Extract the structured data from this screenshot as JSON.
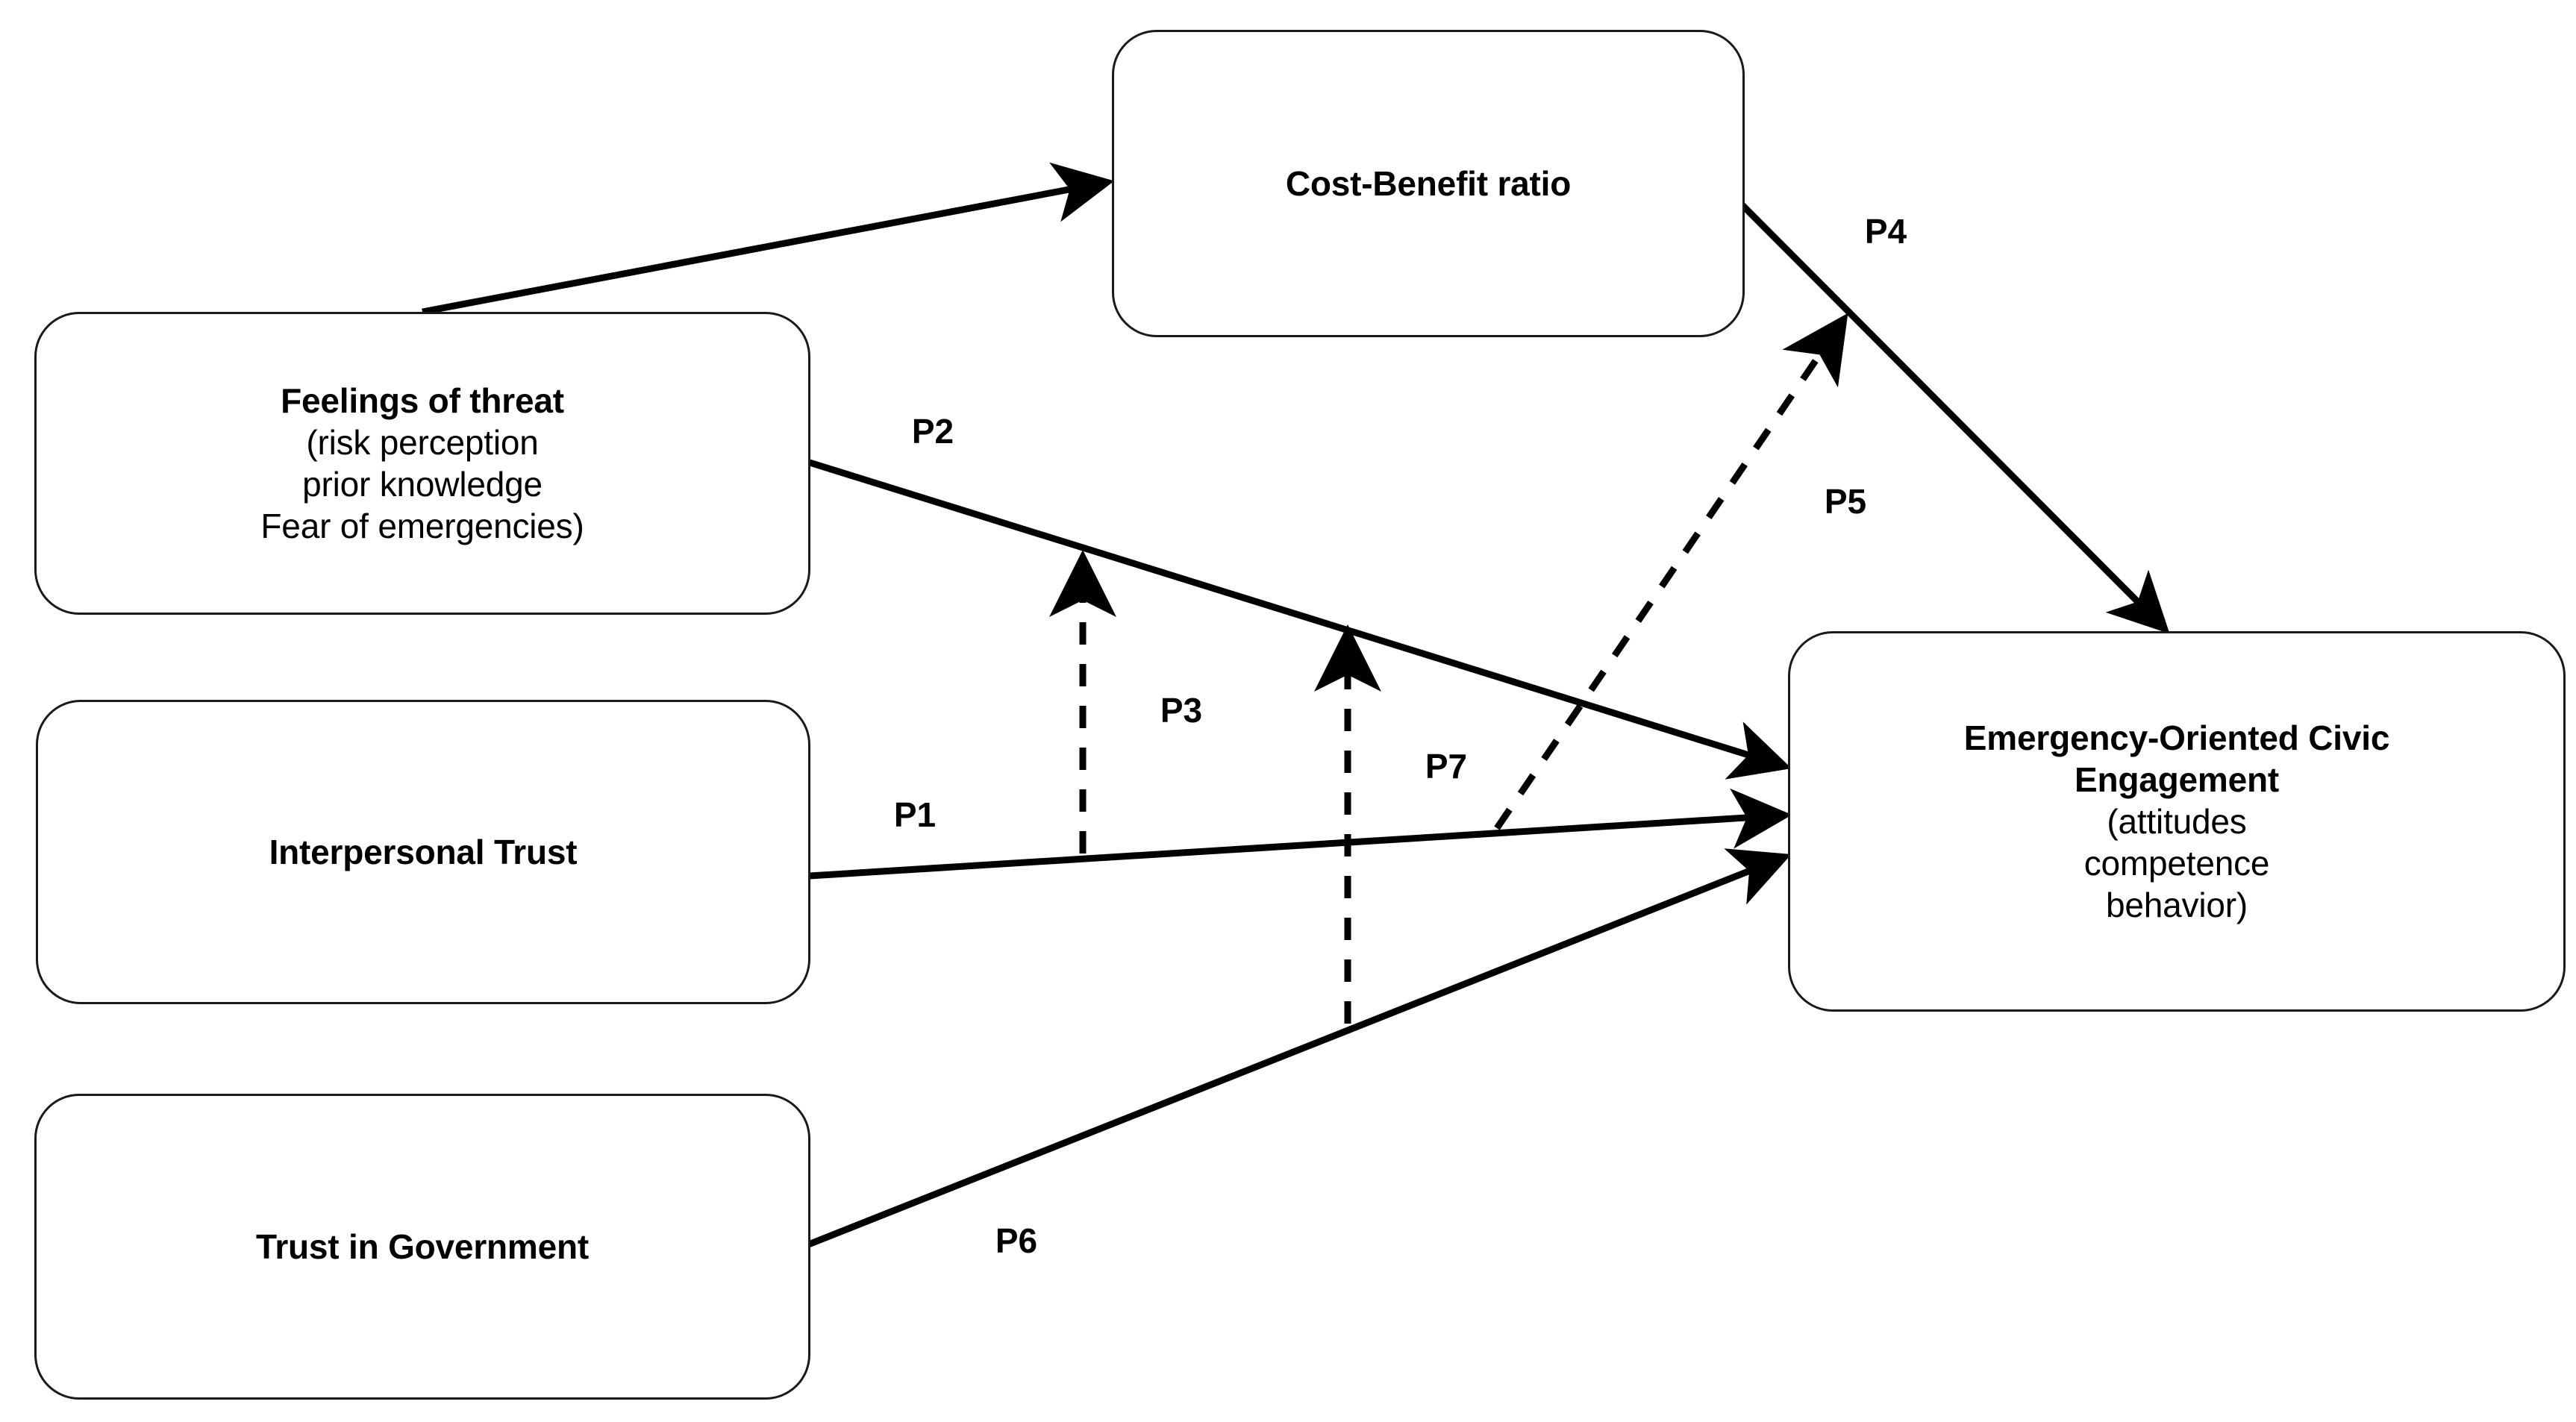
{
  "diagram": {
    "kind": "conceptual-path-model",
    "nodes": [
      {
        "id": "feelings-of-threat",
        "title": "Feelings of threat",
        "sub": [
          "(risk perception",
          "prior knowledge",
          "Fear of emergencies)"
        ]
      },
      {
        "id": "interpersonal-trust",
        "title": "Interpersonal Trust",
        "sub": []
      },
      {
        "id": "trust-in-government",
        "title": "Trust in Government",
        "sub": []
      },
      {
        "id": "cost-benefit-ratio",
        "title": "Cost-Benefit ratio",
        "sub": []
      },
      {
        "id": "emergency-oriented-civic-engagement",
        "title": [
          "Emergency-Oriented Civic",
          "Engagement"
        ],
        "title_line1": "Emergency-Oriented Civic",
        "title_line2": "Engagement",
        "sub": [
          "(attitudes",
          "competence",
          "behavior)"
        ]
      }
    ],
    "edges": [
      {
        "id": "threat-to-costbenefit",
        "label": "",
        "style": "solid",
        "from": "feelings-of-threat",
        "to": "cost-benefit-ratio"
      },
      {
        "id": "P1",
        "label": "P1",
        "style": "solid",
        "from": "interpersonal-trust",
        "to": "emergency-oriented-civic-engagement"
      },
      {
        "id": "P2",
        "label": "P2",
        "style": "solid",
        "from": "feelings-of-threat",
        "to": "emergency-oriented-civic-engagement"
      },
      {
        "id": "P3",
        "label": "P3",
        "style": "dashed",
        "from": "P1",
        "to": "P2"
      },
      {
        "id": "P4",
        "label": "P4",
        "style": "solid",
        "from": "cost-benefit-ratio",
        "to": "emergency-oriented-civic-engagement"
      },
      {
        "id": "P5",
        "label": "P5",
        "style": "dashed",
        "from": "P1",
        "to": "P4"
      },
      {
        "id": "P6",
        "label": "P6",
        "style": "solid",
        "from": "trust-in-government",
        "to": "emergency-oriented-civic-engagement"
      },
      {
        "id": "P7",
        "label": "P7",
        "style": "dashed",
        "from": "P6",
        "to": "P2"
      }
    ],
    "labels": {
      "p1": "P1",
      "p2": "P2",
      "p3": "P3",
      "p4": "P4",
      "p5": "P5",
      "p6": "P6",
      "p7": "P7"
    },
    "colors": {
      "stroke": "#1a1a1a",
      "line": "#000000",
      "fill": "#ffffff",
      "text": "#000000"
    }
  },
  "nodes": {
    "threat": {
      "title": "Feelings of threat",
      "line1": "(risk perception",
      "line2": "prior knowledge",
      "line3": "Fear of emergencies)"
    },
    "interpersonal": {
      "title": "Interpersonal Trust"
    },
    "government": {
      "title": "Trust in Government"
    },
    "costbenefit": {
      "title": "Cost-Benefit ratio"
    },
    "engagement": {
      "title1": "Emergency-Oriented Civic",
      "title2": "Engagement",
      "line1": "(attitudes",
      "line2": "competence",
      "line3": "behavior)"
    }
  }
}
